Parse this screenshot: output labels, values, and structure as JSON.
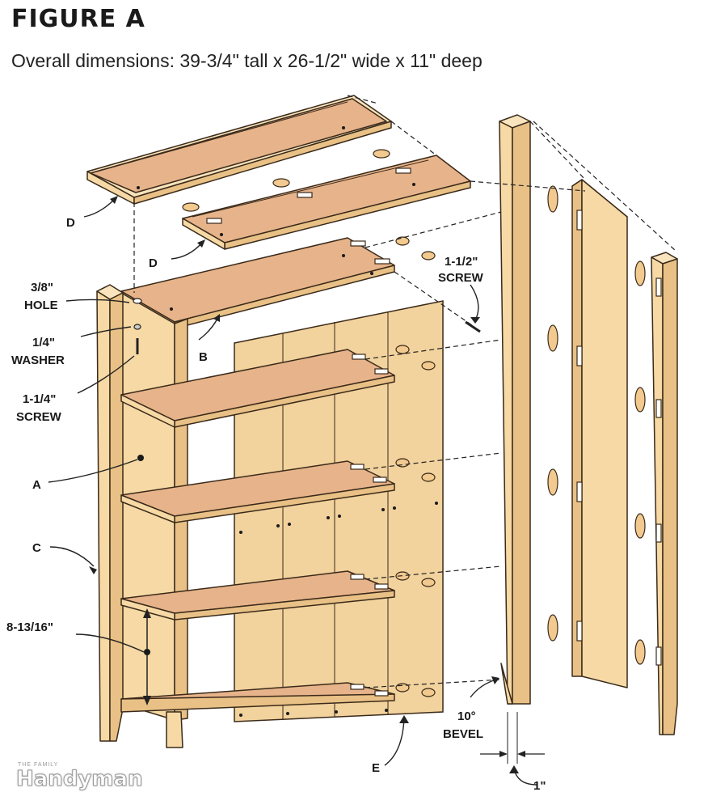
{
  "figure": {
    "title": "FIGURE A",
    "subtitle": "Overall dimensions: 39-3/4\" tall x 26-1/2\" wide x 11\" deep"
  },
  "labels": {
    "part_d_top": "D",
    "part_d_lower": "D",
    "hole_1": "3/8\"",
    "hole_2": "HOLE",
    "washer_1": "1/4\"",
    "washer_2": "WASHER",
    "screw_small_1": "1-1/4\"",
    "screw_small_2": "SCREW",
    "part_b": "B",
    "screw_large_1": "1-1/2\"",
    "screw_large_2": "SCREW",
    "part_a": "A",
    "part_c": "C",
    "shelf_spacing": "8-13/16\"",
    "bevel_1": "10°",
    "bevel_2": "BEVEL",
    "part_e": "E",
    "leg_width": "1\""
  },
  "brand": {
    "small": "THE FAMILY",
    "name": "Handyman"
  }
}
